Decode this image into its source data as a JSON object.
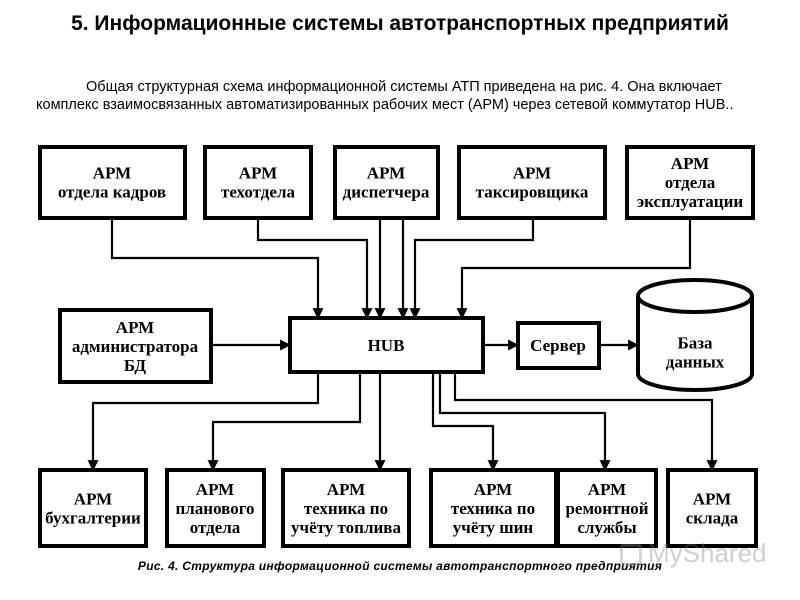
{
  "title": "5. Информационные системы автотранспортных предприятий",
  "intro": "Общая структурная схема информационной системы АТП приведена на рис. 4. Она включает комплекс взаимосвязанных автоматизированных рабочих мест (АРМ) через сетевой коммутатор HUB..",
  "caption": "Рис. 4. Структура информационной системы автотранспортного предприятия",
  "watermark": "MyShared",
  "nodes": {
    "arm_kadry": [
      "АРМ",
      "отдела кадров"
    ],
    "arm_tehotdel": [
      "АРМ",
      "техотдела"
    ],
    "arm_dispatcher": [
      "АРМ",
      "диспетчера"
    ],
    "arm_taksirovshik": [
      "АРМ",
      "таксировщика"
    ],
    "arm_exploitation": [
      "АРМ",
      "отдела",
      "эксплуатации"
    ],
    "arm_admin": [
      "АРМ",
      "администратора",
      "БД"
    ],
    "hub": [
      "HUB"
    ],
    "server": [
      "Сервер"
    ],
    "database": [
      "База",
      "данных"
    ],
    "arm_buh": [
      "АРМ",
      "бухгалтерии"
    ],
    "arm_plan": [
      "АРМ",
      "планового",
      "отдела"
    ],
    "arm_fuel": [
      "АРМ",
      "техника по",
      "учёту топлива"
    ],
    "arm_tires": [
      "АРМ",
      "техника по",
      "учёту шин"
    ],
    "arm_repair": [
      "АРМ",
      "ремонтной",
      "службы"
    ],
    "arm_sklad": [
      "АРМ",
      "склада"
    ]
  }
}
